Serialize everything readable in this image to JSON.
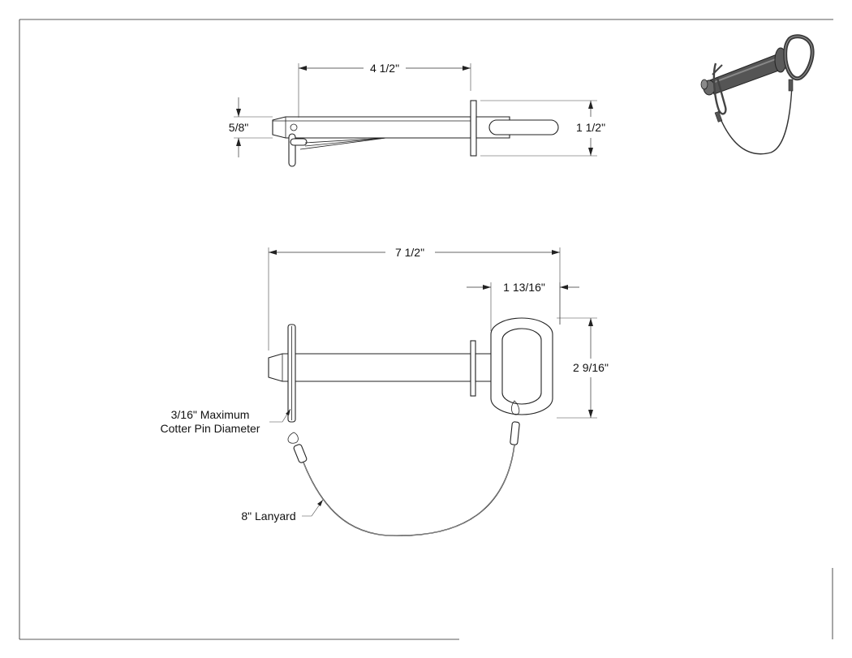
{
  "drawing": {
    "dimensions": {
      "top_length": "4 1/2\"",
      "pin_diameter": "5/8\"",
      "top_height": "1 1/2\"",
      "overall_length": "7 1/2\"",
      "ring_width": "1 13/16\"",
      "ring_height": "2 9/16\""
    },
    "callouts": {
      "cotter_line1": "3/16\" Maximum",
      "cotter_line2": "Cotter Pin Diameter",
      "lanyard": "8\" Lanyard"
    }
  },
  "colors": {
    "line": "#222222",
    "background": "#ffffff",
    "pin_render": "#4a4a4a"
  },
  "icons": [
    "hitch-pin-3d-render-icon"
  ]
}
